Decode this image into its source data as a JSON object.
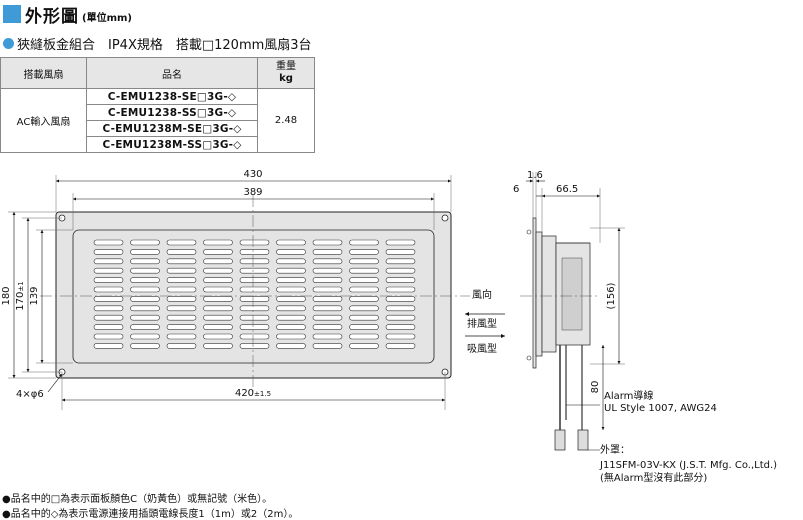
{
  "header": {
    "title": "外形圖",
    "unit": "(單位mm)"
  },
  "subtitle": "狹縫板金組合　IP4X規格　搭載□120mm風扇3台",
  "table": {
    "headers": [
      "搭載風扇",
      "品名",
      "重量",
      "kg"
    ],
    "fan_type": "AC輸入風扇",
    "models": [
      "C-EMU1238-SE□3G-◇",
      "C-EMU1238-SS□3G-◇",
      "C-EMU1238M-SE□3G-◇",
      "C-EMU1238M-SS□3G-◇"
    ],
    "weight": "2.48"
  },
  "drawing": {
    "dims": {
      "w430": "430",
      "w389": "389",
      "h180": "180",
      "h170": "170",
      "h170_tol": "±1",
      "h139": "139",
      "w420": "420",
      "w420_tol": "±1.5",
      "hole": "4×φ6",
      "d16": "1.6",
      "d6": "6",
      "d665": "66.5",
      "d156": "(156)",
      "d80": "80"
    },
    "airflow": {
      "title": "風向",
      "exhaust": "排風型",
      "intake": "吸風型"
    },
    "cable_label": [
      "Alarm導線",
      "UL Style 1007, AWG24"
    ],
    "connector_label": [
      "外罩：",
      "J11SFM-03V-KX (J.S.T. Mfg. Co.,Ltd.)",
      "(無Alarm型沒有此部分)"
    ]
  },
  "notes": [
    "●品名中的□為表示面板顏色C（奶黃色）或無記號（米色）。",
    "●品名中的◇為表示電源連接用插頭電線長度1（1m）或2（2m）。"
  ],
  "colors": {
    "accent": "#3e9bd8",
    "panel": "#e4e4e4",
    "header_bg": "#e6e6e6"
  }
}
